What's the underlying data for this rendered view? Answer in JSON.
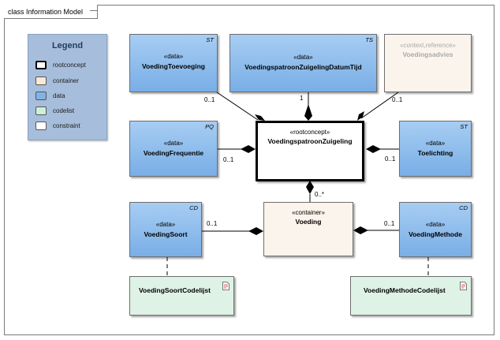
{
  "frame": {
    "title": "class Information Model"
  },
  "legend": {
    "title": "Legend",
    "items": [
      {
        "label": "rootconcept",
        "color": "#ffffff",
        "border": "#000000"
      },
      {
        "label": "container",
        "color": "#f8e8d8",
        "border": "#6e6e6e"
      },
      {
        "label": "data",
        "color": "#7fb3e8",
        "border": "#6e6e6e"
      },
      {
        "label": "codelist",
        "color": "#ccf0d8",
        "border": "#6e6e6e"
      },
      {
        "label": "constraint",
        "color": "#ffffff",
        "border": "#6e6e6e"
      }
    ]
  },
  "boxes": {
    "toevoeging": {
      "stereotype": "«data»",
      "name": "VoedingToevoeging",
      "tag": "ST"
    },
    "datumtijd": {
      "stereotype": "«data»",
      "name": "VoedingspatroonZuigelingDatumTijd",
      "tag": "TS"
    },
    "advies": {
      "stereotype": "«context,reference»",
      "name": "Voedingsadvies"
    },
    "frequentie": {
      "stereotype": "«data»",
      "name": "VoedingFrequentie",
      "tag": "PQ"
    },
    "root": {
      "stereotype": "«rootconcept»",
      "name": "VoedingspatroonZuigeling"
    },
    "toelichting": {
      "stereotype": "«data»",
      "name": "Toelichting",
      "tag": "ST"
    },
    "soort": {
      "stereotype": "«data»",
      "name": "VoedingSoort",
      "tag": "CD"
    },
    "voeding": {
      "stereotype": "«container»",
      "name": "Voeding"
    },
    "methode": {
      "stereotype": "«data»",
      "name": "VoedingMethode",
      "tag": "CD"
    },
    "soortcodelijst": {
      "name": "VoedingSoortCodelijst"
    },
    "methodecodelijst": {
      "name": "VoedingMethodeCodelijst"
    }
  },
  "multiplicities": {
    "toevoeging": "0..1",
    "datumtijd": "1",
    "advies": "0..1",
    "frequentie": "0..1",
    "toelichting": "0..1",
    "voeding": "0..*",
    "soort": "0..1",
    "methode": "0..1"
  }
}
